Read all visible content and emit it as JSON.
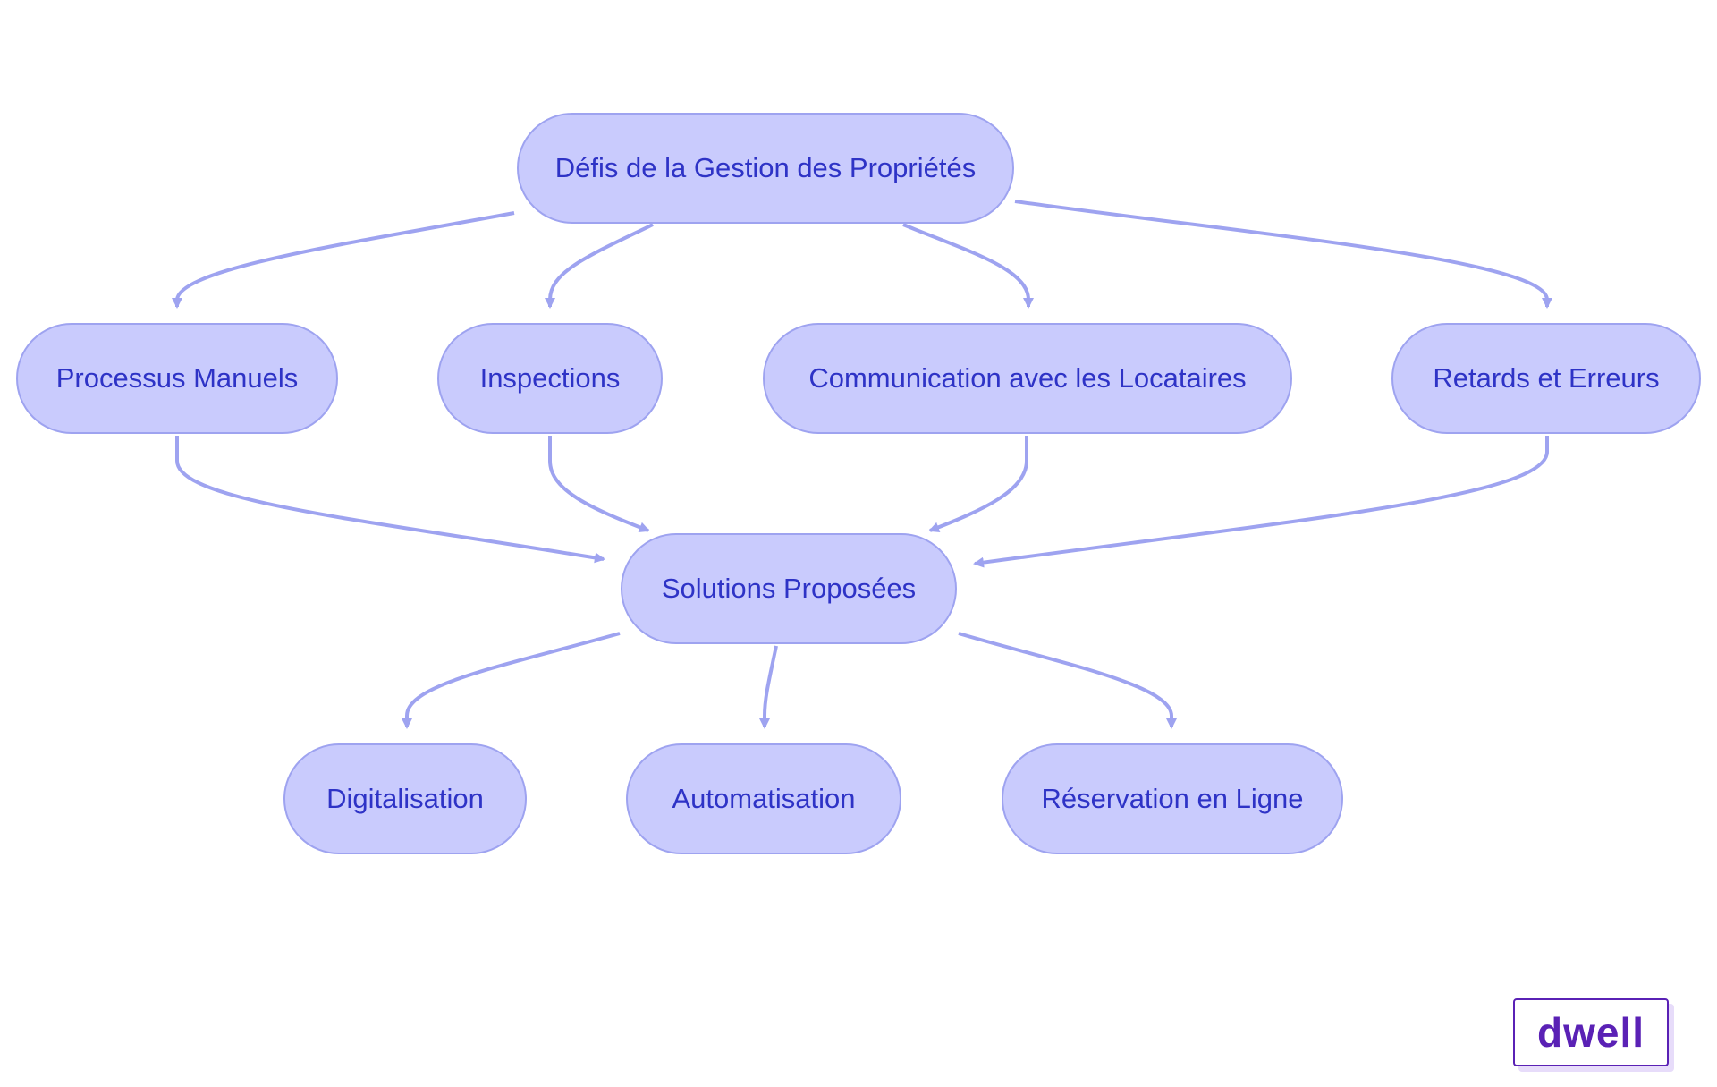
{
  "diagram": {
    "nodes": [
      {
        "id": "n-root",
        "label": "Défis de la Gestion des Propriétés"
      },
      {
        "id": "n-manual",
        "label": "Processus Manuels"
      },
      {
        "id": "n-insp",
        "label": "Inspections"
      },
      {
        "id": "n-comm",
        "label": "Communication avec les Locataires"
      },
      {
        "id": "n-delays",
        "label": "Retards et Erreurs"
      },
      {
        "id": "n-sol",
        "label": "Solutions Proposées"
      },
      {
        "id": "n-digit",
        "label": "Digitalisation"
      },
      {
        "id": "n-auto",
        "label": "Automatisation"
      },
      {
        "id": "n-resa",
        "label": "Réservation en Ligne"
      }
    ],
    "edges": [
      {
        "from": "n-root",
        "to": "n-manual"
      },
      {
        "from": "n-root",
        "to": "n-insp"
      },
      {
        "from": "n-root",
        "to": "n-comm"
      },
      {
        "from": "n-root",
        "to": "n-delays"
      },
      {
        "from": "n-manual",
        "to": "n-sol"
      },
      {
        "from": "n-insp",
        "to": "n-sol"
      },
      {
        "from": "n-comm",
        "to": "n-sol"
      },
      {
        "from": "n-delays",
        "to": "n-sol"
      },
      {
        "from": "n-sol",
        "to": "n-digit"
      },
      {
        "from": "n-sol",
        "to": "n-auto"
      },
      {
        "from": "n-sol",
        "to": "n-resa"
      }
    ]
  },
  "logo": {
    "text": "dwell"
  },
  "colors": {
    "node_fill": "#c9cbfd",
    "node_border": "#9ea3f0",
    "node_text": "#2e33c6",
    "edge": "#9ea3f0",
    "logo": "#5a21b5"
  }
}
